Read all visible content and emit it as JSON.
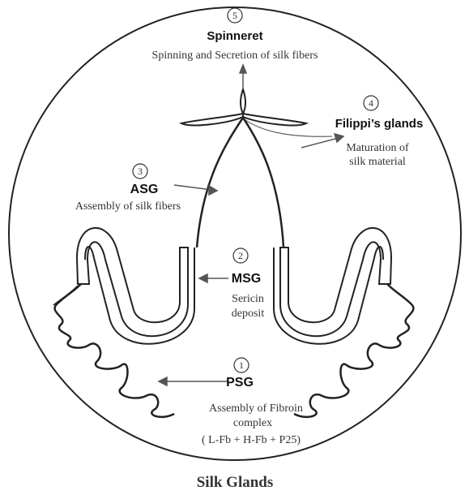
{
  "title": "Silk Glands",
  "spinneret": {
    "number": "5",
    "name": "Spinneret",
    "desc": "Spinning and Secretion of silk fibers"
  },
  "filippi": {
    "number": "4",
    "name": "Filippi’s glands",
    "desc_line1": "Maturation of",
    "desc_line2": "silk material"
  },
  "asg": {
    "number": "3",
    "name": "ASG",
    "desc": "Assembly of silk fibers"
  },
  "msg": {
    "number": "2",
    "name": "MSG",
    "desc_line1": "Sericin",
    "desc_line2": "deposit"
  },
  "psg": {
    "number": "1",
    "name": "PSG",
    "desc_line1": "Assembly of Fibroin",
    "desc_line2": "complex",
    "desc_line3": "( L-Fb + H-Fb + P25)"
  },
  "colors": {
    "line": "#222222",
    "text": "#333333",
    "fill": "#ffffff"
  }
}
